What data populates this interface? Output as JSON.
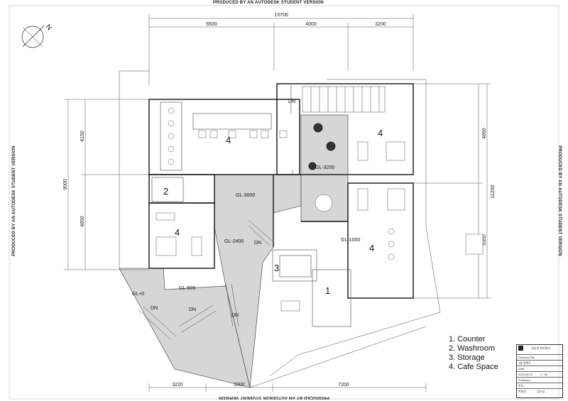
{
  "watermark": "PRODUCED BY AN AUTODESK STUDENT VERSION",
  "north_label": "N",
  "dimensions": {
    "overall_top": "13700",
    "top_segments": [
      "6500",
      "4000",
      "3200"
    ],
    "left_overall": "9000",
    "left_segments": [
      "4150",
      "4850"
    ],
    "right_overall": "11200",
    "right_segments": [
      "4850",
      "6350"
    ],
    "bottom_segments": [
      "3220",
      "3300",
      "7200"
    ]
  },
  "levels": {
    "gl_3200": "GL-3200",
    "gl_3000": "GL-3000",
    "gl_2400": "GL-2400",
    "gl_1000": "GL-1000",
    "gl_600": "GL-600",
    "gl_0": "GL+0"
  },
  "stair_labels": {
    "dn": "DN"
  },
  "room_numbers": {
    "cafe_top_left": "4",
    "cafe_top_right": "4",
    "washroom": "2",
    "cafe_left": "4",
    "cafe_right": "4",
    "storage": "3",
    "counter": "1"
  },
  "legend": [
    "1. Counter",
    "2. Washroom",
    "3. Storage",
    "4. Cafe Space"
  ],
  "title_block": {
    "header": "김승연 판리대리",
    "drawing_title_label": "Drawing Title",
    "drawing_title": "1층 평면도",
    "date_label": "Date",
    "date": "2020.05.15",
    "scale": "1 / 50",
    "professor_label": "Professor",
    "professor": "반호",
    "professor2": "박원진",
    "student": "김수남"
  }
}
